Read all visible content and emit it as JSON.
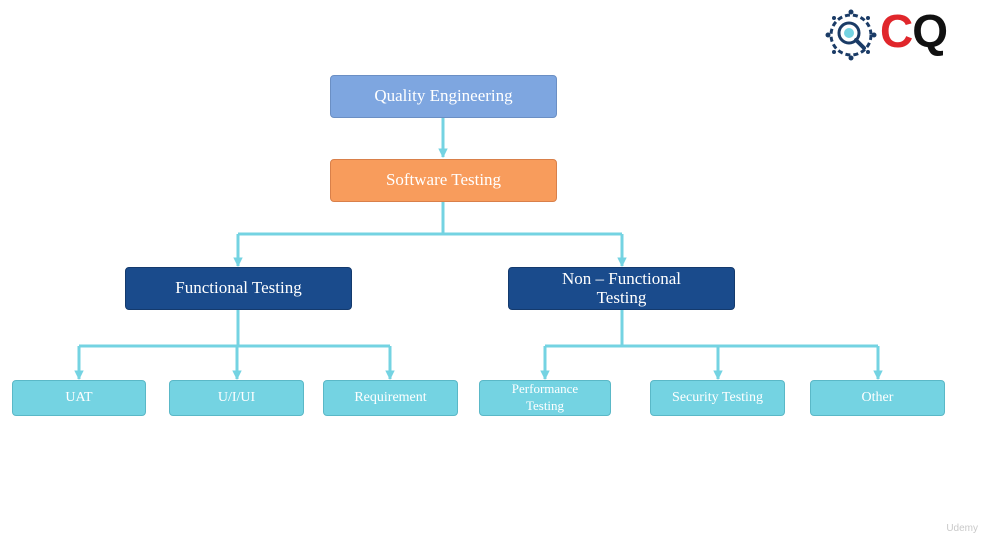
{
  "logo": {
    "letter_c": "C",
    "letter_q": "Q"
  },
  "diagram": {
    "root": "Quality Engineering",
    "level2": "Software Testing",
    "branches": {
      "functional": "Functional Testing",
      "non_functional": "Non – Functional Testing"
    },
    "functional_children": [
      "UAT",
      "U/I/UI",
      "Requirement"
    ],
    "non_functional_children": [
      "Performance Testing",
      "Security Testing",
      "Other"
    ]
  },
  "watermark": "Udemy",
  "colors": {
    "connector": "#74d3e2",
    "root": "#7ea6e0",
    "level2": "#f89c5c",
    "branch": "#1a4b8c",
    "leaf": "#74d3e2"
  }
}
